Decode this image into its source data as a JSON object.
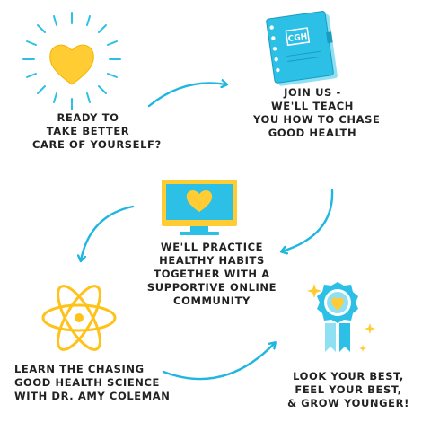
{
  "steps": [
    {
      "lines": [
        "Ready to",
        "take better",
        "care of yourself?"
      ],
      "icon": "heart-sun-icon"
    },
    {
      "lines": [
        "Join us -",
        "we'll teach",
        "you how to chase",
        "good health"
      ],
      "icon": "book-icon",
      "book_label": "CGH"
    },
    {
      "lines": [
        "We'll practice",
        "healthy habits",
        "together with a",
        "supportive online",
        "community"
      ],
      "icon": "monitor-heart-icon"
    },
    {
      "lines": [
        "Learn the chasing",
        "good health science",
        "with Dr. Amy Coleman"
      ],
      "icon": "atom-icon"
    },
    {
      "lines": [
        "Look your best,",
        "feel your best,",
        "& grow younger!"
      ],
      "icon": "award-ribbon-icon"
    }
  ],
  "colors": {
    "yellow": "#FFCC33",
    "blue": "#2CC0E6",
    "arrow": "#1FB6E0",
    "text": "#222222"
  }
}
